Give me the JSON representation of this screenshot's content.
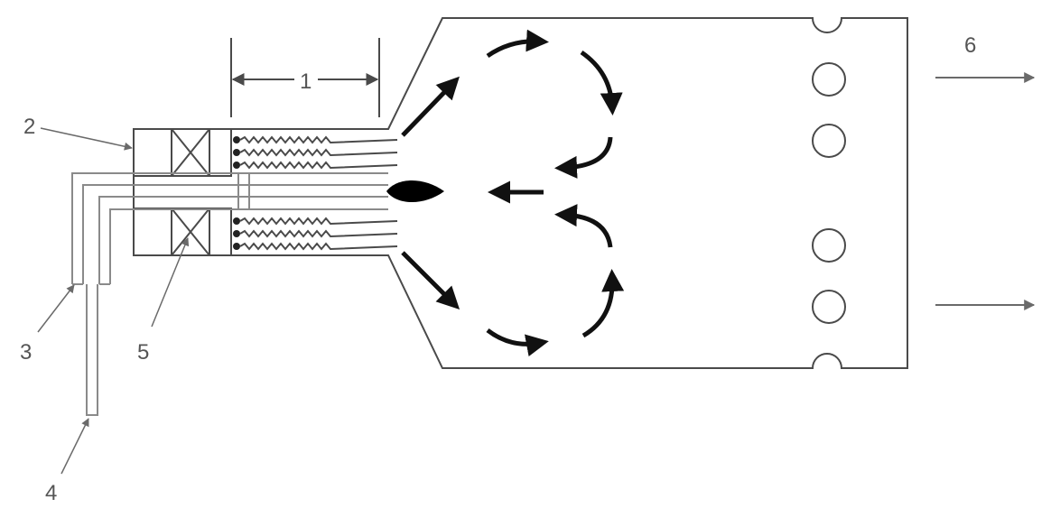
{
  "labels": {
    "l1": "1",
    "l2": "2",
    "l3": "3",
    "l4": "4",
    "l5": "5",
    "l6": "6"
  },
  "colors": {
    "line": "#4a4a4a",
    "leader": "#6a6a6a",
    "flow_arrow": "#111111",
    "tube": "#8a8a8a"
  },
  "icons": [
    "flame-icon",
    "swirler-cross-icon",
    "coil-icon",
    "dilution-hole-icon",
    "flow-arrow-icon"
  ]
}
